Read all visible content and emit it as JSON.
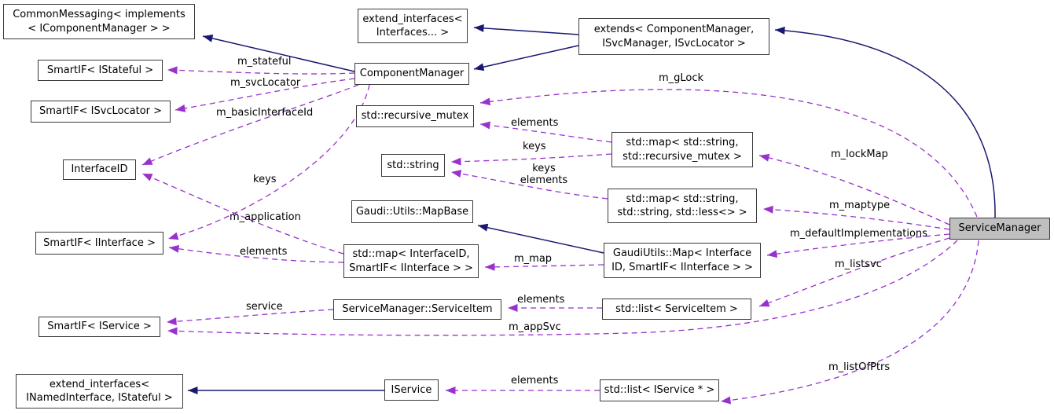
{
  "diagram": {
    "kind": "doxygen-collaboration-graph",
    "focus_class": "ServiceManager",
    "colors": {
      "background": "#ffffff",
      "inheritance_edge": "#191970",
      "usage_edge": "#9932cc",
      "node_fill": "#ffffff",
      "node_border": "#3a3a3a",
      "selected_node_fill": "#bfbfbf",
      "text": "#000000"
    },
    "nodes": [
      {
        "id": "commonmessaging",
        "label": "CommonMessaging< implements\n< IComponentManager > >"
      },
      {
        "id": "smartif-istateful",
        "label": "SmartIF< IStateful >"
      },
      {
        "id": "smartif-isvclocator",
        "label": "SmartIF< ISvcLocator >"
      },
      {
        "id": "interfaceid",
        "label": "InterfaceID"
      },
      {
        "id": "smartif-iinterface",
        "label": "SmartIF< IInterface >"
      },
      {
        "id": "smartif-iservice",
        "label": "SmartIF< IService >"
      },
      {
        "id": "extend-interfaces-inamed",
        "label": "extend_interfaces<\nINamedInterface, IStateful >"
      },
      {
        "id": "extend-interfaces-variadic",
        "label": "extend_interfaces<\nInterfaces... >"
      },
      {
        "id": "componentmanager",
        "label": "ComponentManager"
      },
      {
        "id": "std-recursive-mutex",
        "label": "std::recursive_mutex"
      },
      {
        "id": "std-string",
        "label": "std::string"
      },
      {
        "id": "gaudi-utils-mapbase",
        "label": "Gaudi::Utils::MapBase"
      },
      {
        "id": "std-map-interfaceid",
        "label": "std::map< InterfaceID,\nSmartIF< IInterface > >"
      },
      {
        "id": "servicemanager-serviceitem",
        "label": "ServiceManager::ServiceItem"
      },
      {
        "id": "iservice",
        "label": "IService"
      },
      {
        "id": "extends-componentmanager",
        "label": "extends< ComponentManager,\nISvcManager, ISvcLocator >"
      },
      {
        "id": "std-map-string-mutex",
        "label": "std::map< std::string,\nstd::recursive_mutex >"
      },
      {
        "id": "std-map-string-string",
        "label": "std::map< std::string,\nstd::string, std::less<> >"
      },
      {
        "id": "gaudiutils-map",
        "label": "GaudiUtils::Map< Interface\nID, SmartIF< IInterface > >"
      },
      {
        "id": "std-list-serviceitem",
        "label": "std::list< ServiceItem >"
      },
      {
        "id": "std-list-iservice-ptr",
        "label": "std::list< IService * >"
      },
      {
        "id": "servicemanager",
        "label": "ServiceManager"
      }
    ],
    "labels": [
      {
        "text": "m_stateful"
      },
      {
        "text": "m_svcLocator"
      },
      {
        "text": "m_basicInterfaceId"
      },
      {
        "text": "keys"
      },
      {
        "text": "m_application"
      },
      {
        "text": "elements"
      },
      {
        "text": "service"
      },
      {
        "text": "m_appSvc"
      },
      {
        "text": "m_gLock"
      },
      {
        "text": "elements"
      },
      {
        "text": "keys"
      },
      {
        "text": "keys\nelements"
      },
      {
        "text": "m_map"
      },
      {
        "text": "elements"
      },
      {
        "text": "m_lockMap"
      },
      {
        "text": "m_maptype"
      },
      {
        "text": "m_defaultImplementations"
      },
      {
        "text": "m_listsvc"
      },
      {
        "text": "m_listOfPtrs"
      },
      {
        "text": "elements"
      }
    ],
    "edges": [
      {
        "from": "ComponentManager",
        "to": "CommonMessaging< implements< IComponentManager > >",
        "kind": "inheritance"
      },
      {
        "from": "extends< ComponentManager, ISvcManager, ISvcLocator >",
        "to": "extend_interfaces< Interfaces... >",
        "kind": "inheritance"
      },
      {
        "from": "extends< ComponentManager, ISvcManager, ISvcLocator >",
        "to": "ComponentManager",
        "kind": "inheritance"
      },
      {
        "from": "ServiceManager",
        "to": "extends< ComponentManager, ISvcManager, ISvcLocator >",
        "kind": "inheritance"
      },
      {
        "from": "GaudiUtils::Map< InterfaceID, SmartIF< IInterface > >",
        "to": "Gaudi::Utils::MapBase",
        "kind": "inheritance"
      },
      {
        "from": "IService",
        "to": "extend_interfaces< INamedInterface, IStateful >",
        "kind": "inheritance"
      },
      {
        "from": "ComponentManager",
        "to": "SmartIF< IStateful >",
        "label": "m_stateful",
        "kind": "usage"
      },
      {
        "from": "ComponentManager",
        "to": "SmartIF< ISvcLocator >",
        "label": "m_svcLocator",
        "kind": "usage"
      },
      {
        "from": "ComponentManager",
        "to": "InterfaceID",
        "label": "m_basicInterfaceId",
        "kind": "usage"
      },
      {
        "from": "std::map< InterfaceID, SmartIF< IInterface > >",
        "to": "InterfaceID",
        "label": "keys",
        "kind": "usage"
      },
      {
        "from": "ComponentManager",
        "to": "SmartIF< IInterface >",
        "label": "m_application",
        "kind": "usage"
      },
      {
        "from": "std::map< InterfaceID, SmartIF< IInterface > >",
        "to": "SmartIF< IInterface >",
        "label": "elements",
        "kind": "usage"
      },
      {
        "from": "ServiceManager",
        "to": "std::recursive_mutex",
        "label": "m_gLock",
        "kind": "usage"
      },
      {
        "from": "std::map< std::string, std::recursive_mutex >",
        "to": "std::recursive_mutex",
        "label": "elements",
        "kind": "usage"
      },
      {
        "from": "std::map< std::string, std::recursive_mutex >",
        "to": "std::string",
        "label": "keys",
        "kind": "usage"
      },
      {
        "from": "std::map< std::string, std::string, std::less<> >",
        "to": "std::string",
        "label": "keys / elements",
        "kind": "usage"
      },
      {
        "from": "ServiceManager",
        "to": "std::map< std::string, std::recursive_mutex >",
        "label": "m_lockMap",
        "kind": "usage"
      },
      {
        "from": "ServiceManager",
        "to": "std::map< std::string, std::string, std::less<> >",
        "label": "m_maptype",
        "kind": "usage"
      },
      {
        "from": "ServiceManager",
        "to": "GaudiUtils::Map< InterfaceID, SmartIF< IInterface > >",
        "label": "m_defaultImplementations",
        "kind": "usage"
      },
      {
        "from": "GaudiUtils::Map< InterfaceID, SmartIF< IInterface > >",
        "to": "std::map< InterfaceID, SmartIF< IInterface > >",
        "label": "m_map",
        "kind": "usage"
      },
      {
        "from": "ServiceManager",
        "to": "std::list< ServiceItem >",
        "label": "m_listsvc",
        "kind": "usage"
      },
      {
        "from": "std::list< ServiceItem >",
        "to": "ServiceManager::ServiceItem",
        "label": "elements",
        "kind": "usage"
      },
      {
        "from": "ServiceManager::ServiceItem",
        "to": "SmartIF< IService >",
        "label": "service",
        "kind": "usage"
      },
      {
        "from": "ServiceManager",
        "to": "SmartIF< IService >",
        "label": "m_appSvc",
        "kind": "usage"
      },
      {
        "from": "ServiceManager",
        "to": "std::list< IService * >",
        "label": "m_listOfPtrs",
        "kind": "usage"
      },
      {
        "from": "std::list< IService * >",
        "to": "IService",
        "label": "elements",
        "kind": "usage"
      }
    ]
  }
}
